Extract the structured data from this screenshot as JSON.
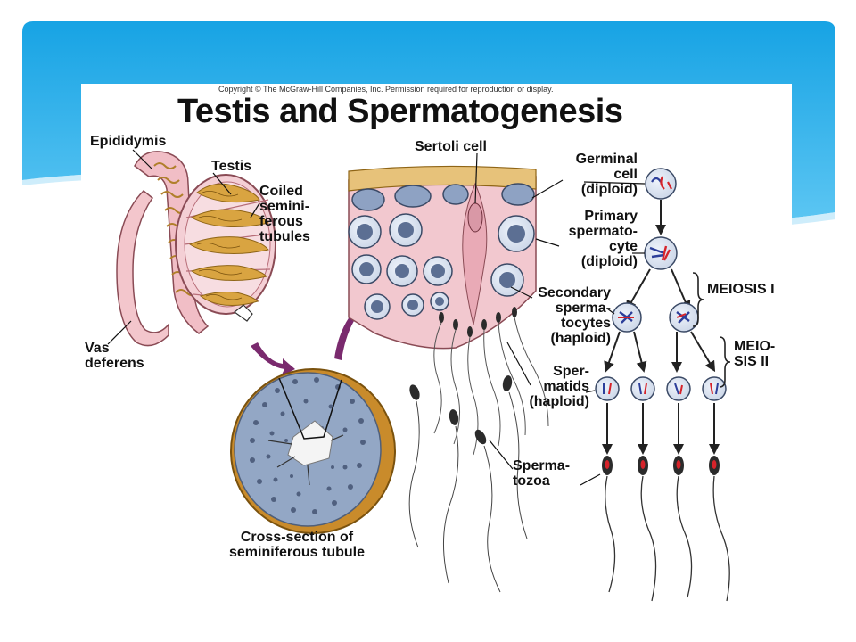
{
  "slide": {
    "theme_colors": {
      "banner_top": "#1aa6e6",
      "banner_bottom": "#6fd0f8",
      "background": "#ffffff"
    }
  },
  "figure": {
    "copyright": "Copyright © The McGraw-Hill Companies, Inc. Permission required for reproduction or display.",
    "title": "Testis and Spermatogenesis",
    "labels": {
      "epididymis": "Epididymis",
      "testis": "Testis",
      "coiled_tubules": [
        "Coiled",
        "semini-",
        "ferous",
        "tubules"
      ],
      "vas_deferens": [
        "Vas",
        "deferens"
      ],
      "cross_section": [
        "Cross-section of",
        "seminiferous tubule"
      ],
      "sertoli_cell": "Sertoli cell",
      "germinal_cell": [
        "Germinal",
        "cell",
        "(diploid)"
      ],
      "primary_spermatocyte": [
        "Primary",
        "spermato-",
        "cyte",
        "(diploid)"
      ],
      "secondary_spermatocytes": [
        "Secondary",
        "sperma-",
        "tocytes",
        "(haploid)"
      ],
      "spermatids": [
        "Sper-",
        "matids",
        "(haploid)"
      ],
      "spermatozoa": [
        "Sperma-",
        "tozoa"
      ],
      "meiosis_1": "MEIOSIS I",
      "meiosis_2": [
        "MEIO-",
        "SIS II"
      ]
    },
    "colors": {
      "tissue_pink": "#f2c8cf",
      "tubule_gold": "#d9a441",
      "cell_blue": "#9fb3cf",
      "arrow_purple": "#7a2a6e",
      "chromosome_red": "#d6232a",
      "chromosome_blue": "#2d3f9a"
    }
  }
}
